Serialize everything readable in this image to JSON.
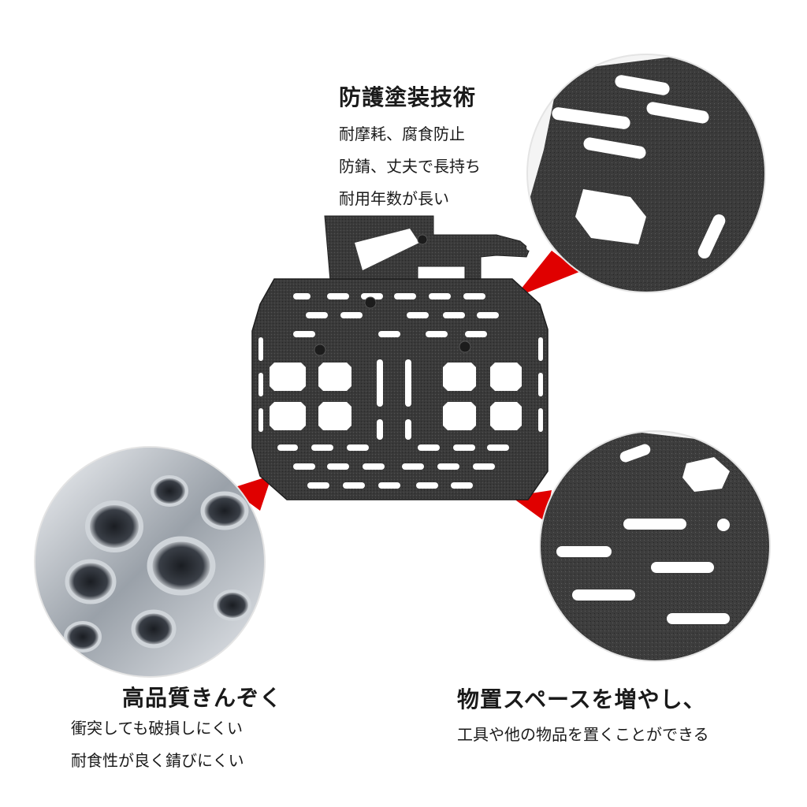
{
  "features": {
    "coating": {
      "title": "防護塗装技術",
      "lines": [
        "耐摩耗、腐食防止",
        "防錆、丈夫で長持ち",
        "耐用年数が長い"
      ]
    },
    "quality": {
      "title": "高品質きんぞく",
      "lines": [
        "衝突しても破損しにくい",
        "耐食性が良く錆びにくい"
      ]
    },
    "storage": {
      "title": "物置スペースを増やし、",
      "lines": [
        "工具や他の物品を置くことができる"
      ]
    }
  },
  "colors": {
    "pointer": "#e00000",
    "plate": "#3a3a3a",
    "plate_texture": "#2c2c2c",
    "metal": "#b9bfc6"
  }
}
